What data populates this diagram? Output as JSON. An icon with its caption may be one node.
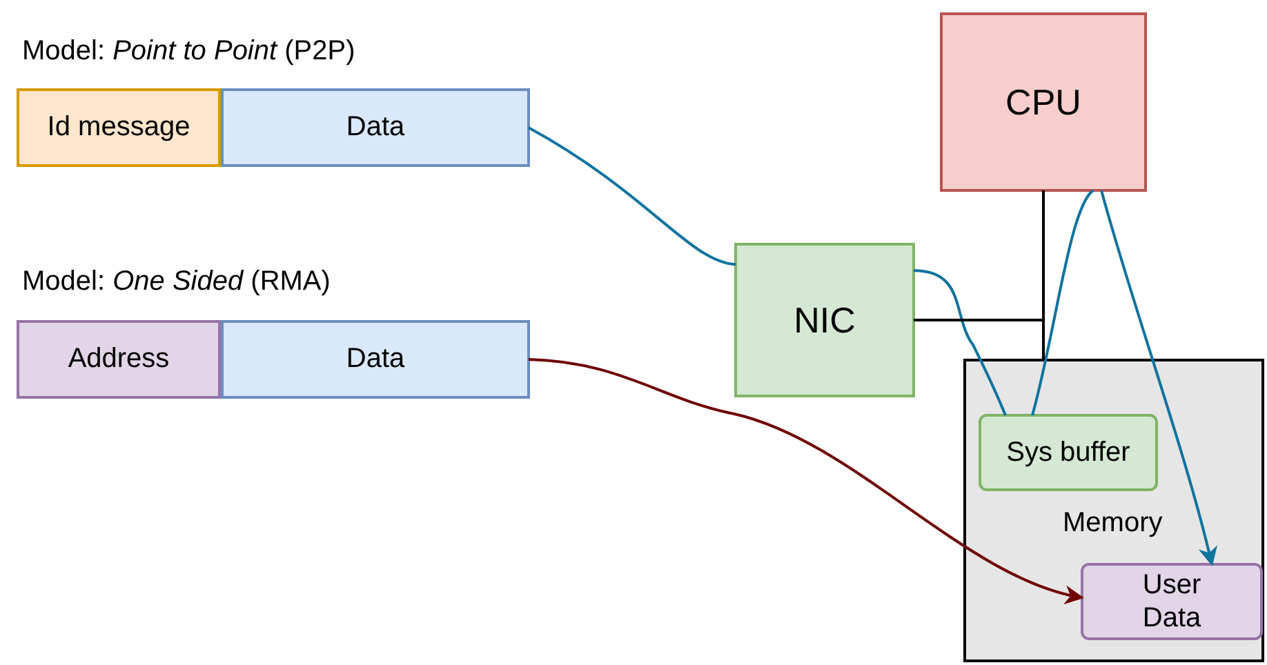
{
  "diagram": {
    "nodes": [
      {
        "text": [
          "Id message"
        ]
      },
      {
        "text": [
          "Data"
        ]
      },
      {
        "text": [
          "CPU"
        ]
      },
      {
        "text": [
          "Address"
        ]
      },
      {
        "text": [
          "Data"
        ]
      },
      {
        "text": [
          "NIC"
        ]
      },
      {
        "text": [
          "Memory"
        ]
      },
      {
        "text": [
          "Sys buffer"
        ],
        "in": 6
      },
      {
        "text": [
          "User Data"
        ],
        "in": 6
      }
    ],
    "edges": [
      {
        "from": 1,
        "to": 5,
        "arrow": "none",
        "color": "#10739e"
      },
      {
        "from": 5,
        "to": 7,
        "arrow": "none",
        "color": "#10739e"
      },
      {
        "from": 7,
        "to": 2,
        "arrow": "none",
        "color": "#10739e"
      },
      {
        "from": 2,
        "to": 8,
        "arrow": "to",
        "color": "#10739e"
      },
      {
        "from": 4,
        "to": 8,
        "arrow": "to",
        "color": "#6f0000"
      },
      {
        "from": 2,
        "to": 6,
        "arrow": "none",
        "color": "#000000"
      },
      {
        "from": 5,
        "to": 6,
        "arrow": "none",
        "color": "#000000"
      }
    ],
    "labels": [
      "Model: *Point to Point* (P2P)",
      "Model: *One Sided* (RMA)"
    ]
  }
}
